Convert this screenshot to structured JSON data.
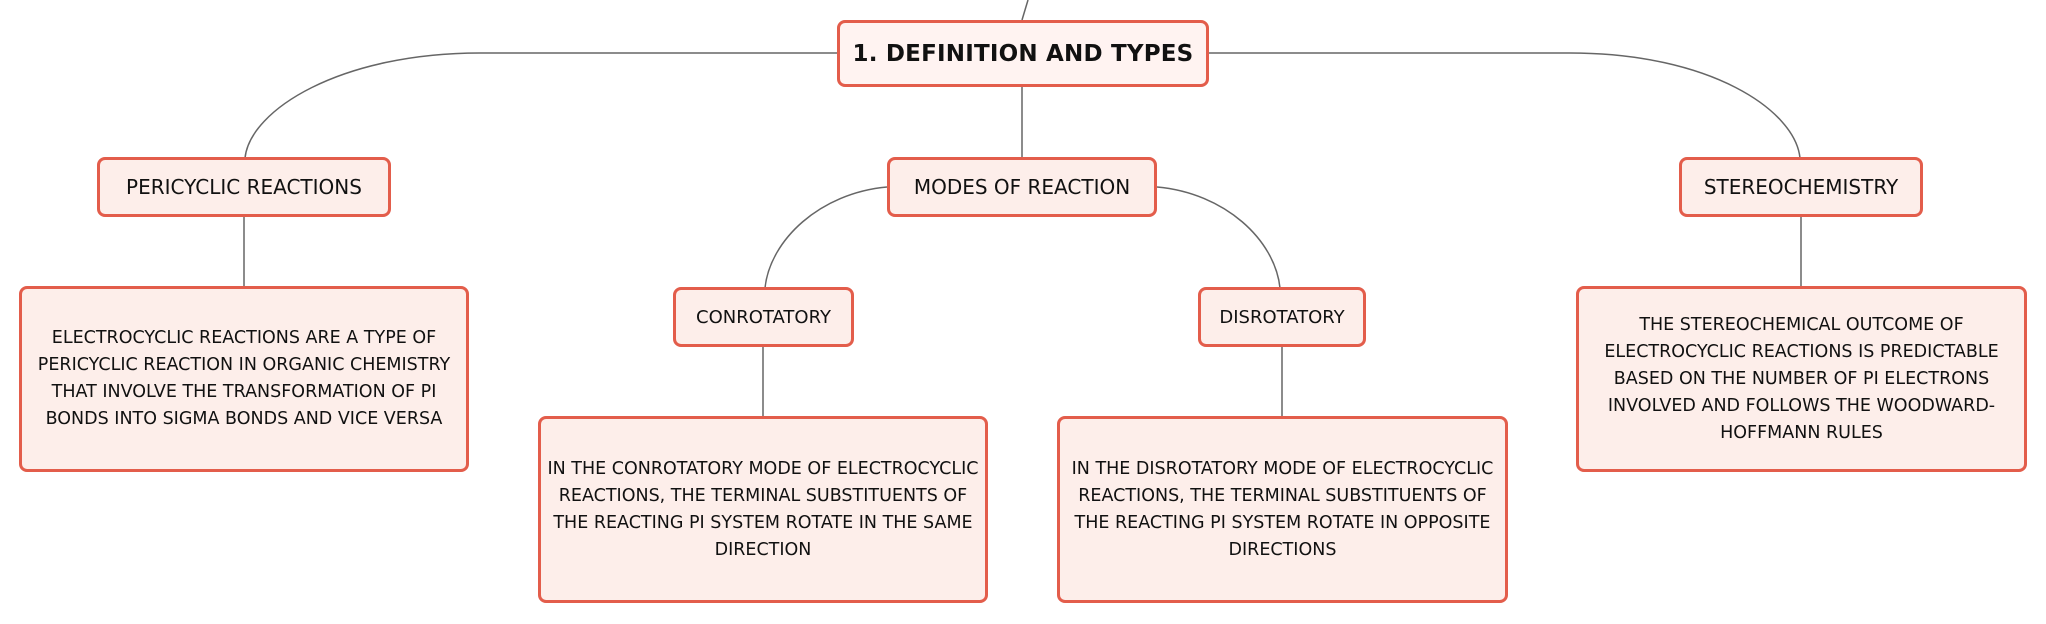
{
  "root": {
    "label": "1. DEFINITION AND TYPES"
  },
  "pericyclic": {
    "label": "PERICYCLIC REACTIONS",
    "description": "ELECTROCYCLIC REACTIONS ARE A TYPE OF PERICYCLIC REACTION IN ORGANIC CHEMISTRY THAT INVOLVE THE TRANSFORMATION OF PI BONDS INTO SIGMA BONDS AND VICE VERSA"
  },
  "modes": {
    "label": "MODES OF REACTION",
    "conrotatory": {
      "label": "CONROTATORY",
      "description": "IN THE CONROTATORY MODE OF ELECTROCYCLIC REACTIONS, THE TERMINAL SUBSTITUENTS OF THE REACTING PI SYSTEM ROTATE IN THE SAME DIRECTION"
    },
    "disrotatory": {
      "label": "DISROTATORY",
      "description": "IN THE DISROTATORY MODE OF ELECTROCYCLIC REACTIONS, THE TERMINAL SUBSTITUENTS OF THE REACTING PI SYSTEM ROTATE IN OPPOSITE DIRECTIONS"
    }
  },
  "stereochemistry": {
    "label": "STEREOCHEMISTRY",
    "description": "THE STEREOCHEMICAL OUTCOME OF ELECTROCYCLIC REACTIONS IS PREDICTABLE BASED ON THE NUMBER OF PI ELECTRONS INVOLVED AND FOLLOWS THE WOODWARD-HOFFMANN RULES"
  },
  "colors": {
    "node_border": "#e35d4b",
    "node_fill": "#fdeeea",
    "connector": "#666666"
  }
}
